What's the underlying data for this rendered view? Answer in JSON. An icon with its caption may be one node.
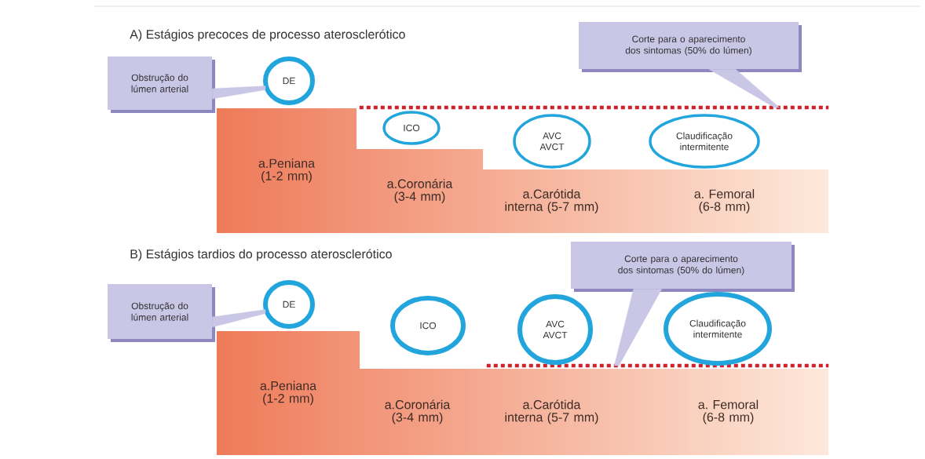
{
  "diagram": {
    "nodes": [
      {
        "text": [
          "Obstrução do lúmen arterial"
        ]
      },
      {
        "text": [
          "DE"
        ]
      },
      {
        "text": [
          "Corte para o aparecimento dos sintomas (50% do lúmen)"
        ]
      },
      {
        "text": [],
        "shape": "line"
      },
      {
        "text": [
          "ICO"
        ]
      },
      {
        "text": [
          "AVC AVCT"
        ]
      },
      {
        "text": [
          "Claudificação intermitente"
        ]
      },
      {
        "text": [
          "a.Peniana (1-2 mm)"
        ]
      },
      {
        "text": [
          "a.Coronária (3-4 mm)"
        ]
      },
      {
        "text": [
          "a.Carótida interna (5-7 mm)"
        ]
      },
      {
        "text": [
          "a. Femoral (6-8 mm)"
        ]
      },
      {
        "text": [
          "Obstrução do lúmen arterial"
        ]
      },
      {
        "text": [
          "DE"
        ]
      },
      {
        "text": [
          "Corte para o aparecimento dos sintomas (50% do lúmen)"
        ]
      },
      {
        "text": [],
        "shape": "line"
      },
      {
        "text": [
          "ICO"
        ]
      },
      {
        "text": [
          "AVC AVCT"
        ]
      },
      {
        "text": [
          "Claudificação intermitente"
        ]
      },
      {
        "text": [
          "a.Peniana (1-2 mm)"
        ]
      },
      {
        "text": [
          "a.Coronária (3-4 mm)"
        ]
      },
      {
        "text": [
          "a.Carótida interna (5-7 mm)"
        ]
      },
      {
        "text": [
          "a. Femoral (6-8 mm)"
        ]
      }
    ],
    "edges": [
      {
        "from": 0,
        "to": 1,
        "arrow": "none"
      },
      {
        "from": 2,
        "to": 3,
        "arrow": "none"
      },
      {
        "from": 11,
        "to": 12,
        "arrow": "none"
      },
      {
        "from": 13,
        "to": 14,
        "arrow": "none"
      }
    ],
    "labels": [
      "A) Estágios precoces de processo aterosclerótico",
      "B) Estágios tardios do processo aterosclerótico"
    ]
  }
}
